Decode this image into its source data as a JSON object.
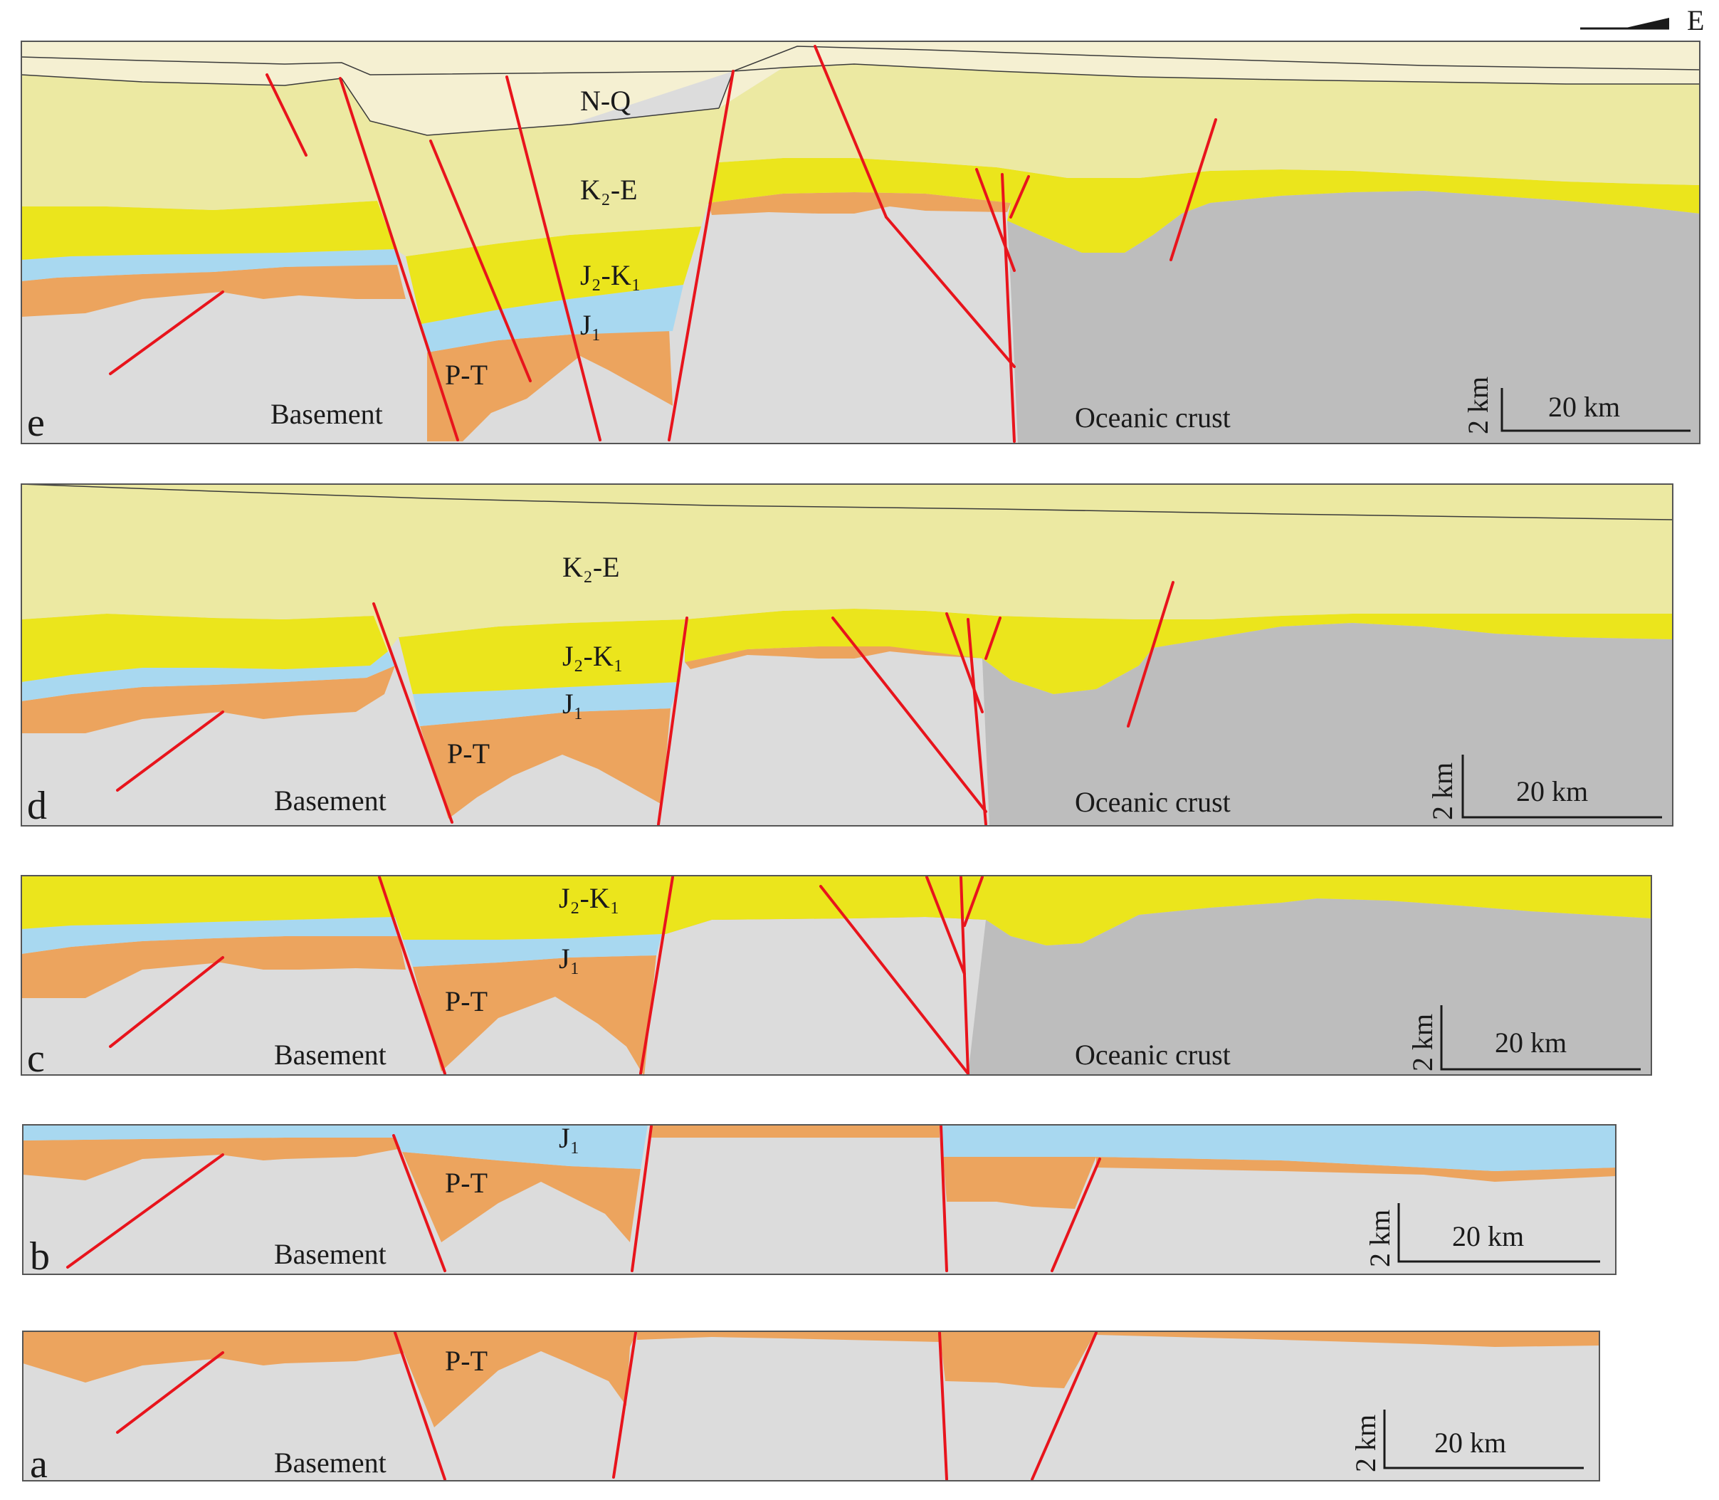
{
  "orientation": {
    "label": "E"
  },
  "colors": {
    "nq": "#f5f0d2",
    "k2e": "#ece9a2",
    "j2k1": "#ebe51c",
    "j1": "#a8d8f0",
    "pt": "#eca45e",
    "basement": "#dcdcdc",
    "oceanic": "#bdbdbd",
    "fault": "#e8141c"
  },
  "panels": [
    {
      "id": "e",
      "label": "e",
      "units": {
        "nq": "N-Q",
        "k2e": "K₂-E",
        "j2k1": "J₂-K₁",
        "j1": "J₁",
        "pt": "P-T",
        "basement": "Basement",
        "oceanic": "Oceanic crust"
      },
      "scale": {
        "vertical": "2 km",
        "horizontal": "20 km"
      }
    },
    {
      "id": "d",
      "label": "d",
      "units": {
        "k2e": "K₂-E",
        "j2k1": "J₂-K₁",
        "j1": "J₁",
        "pt": "P-T",
        "basement": "Basement",
        "oceanic": "Oceanic crust"
      },
      "scale": {
        "vertical": "2 km",
        "horizontal": "20 km"
      }
    },
    {
      "id": "c",
      "label": "c",
      "units": {
        "j2k1": "J₂-K₁",
        "j1": "J₁",
        "pt": "P-T",
        "basement": "Basement",
        "oceanic": "Oceanic crust"
      },
      "scale": {
        "vertical": "2 km",
        "horizontal": "20 km"
      }
    },
    {
      "id": "b",
      "label": "b",
      "units": {
        "j1": "J₁",
        "pt": "P-T",
        "basement": "Basement"
      },
      "scale": {
        "vertical": "2 km",
        "horizontal": "20 km"
      }
    },
    {
      "id": "a",
      "label": "a",
      "units": {
        "pt": "P-T",
        "basement": "Basement"
      },
      "scale": {
        "vertical": "2 km",
        "horizontal": "20 km"
      }
    }
  ]
}
